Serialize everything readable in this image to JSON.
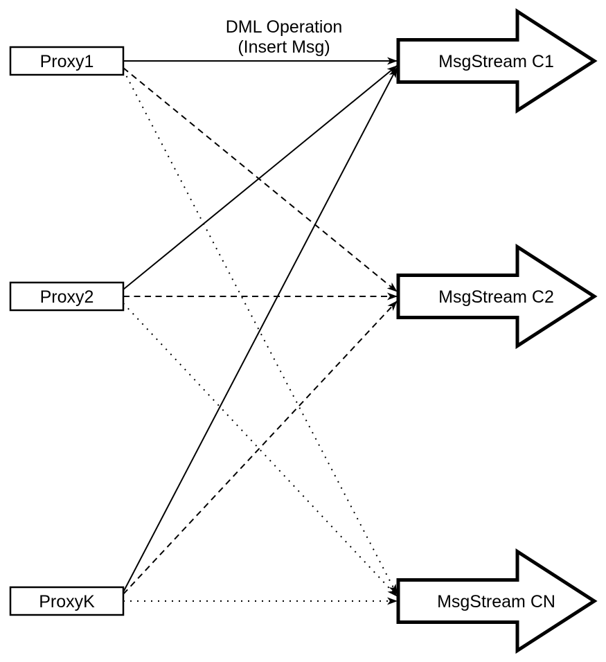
{
  "diagram": {
    "annotation": {
      "line1": "DML Operation",
      "line2": "(Insert Msg)"
    },
    "proxies": [
      {
        "id": "proxy1",
        "label": "Proxy1"
      },
      {
        "id": "proxy2",
        "label": "Proxy2"
      },
      {
        "id": "proxyk",
        "label": "ProxyK"
      }
    ],
    "streams": [
      {
        "id": "c1",
        "label": "MsgStream C1"
      },
      {
        "id": "c2",
        "label": "MsgStream C2"
      },
      {
        "id": "cn",
        "label": "MsgStream CN"
      }
    ],
    "edges": [
      {
        "from": "proxy1",
        "to": "c1",
        "style": "solid"
      },
      {
        "from": "proxy1",
        "to": "c2",
        "style": "dashed"
      },
      {
        "from": "proxy1",
        "to": "cn",
        "style": "dotted"
      },
      {
        "from": "proxy2",
        "to": "c1",
        "style": "solid"
      },
      {
        "from": "proxy2",
        "to": "c2",
        "style": "dashed"
      },
      {
        "from": "proxy2",
        "to": "cn",
        "style": "dotted"
      },
      {
        "from": "proxyk",
        "to": "c1",
        "style": "solid"
      },
      {
        "from": "proxyk",
        "to": "c2",
        "style": "dashed"
      },
      {
        "from": "proxyk",
        "to": "cn",
        "style": "dotted"
      }
    ],
    "colors": {
      "ink": "#000000",
      "paper": "#ffffff"
    }
  }
}
